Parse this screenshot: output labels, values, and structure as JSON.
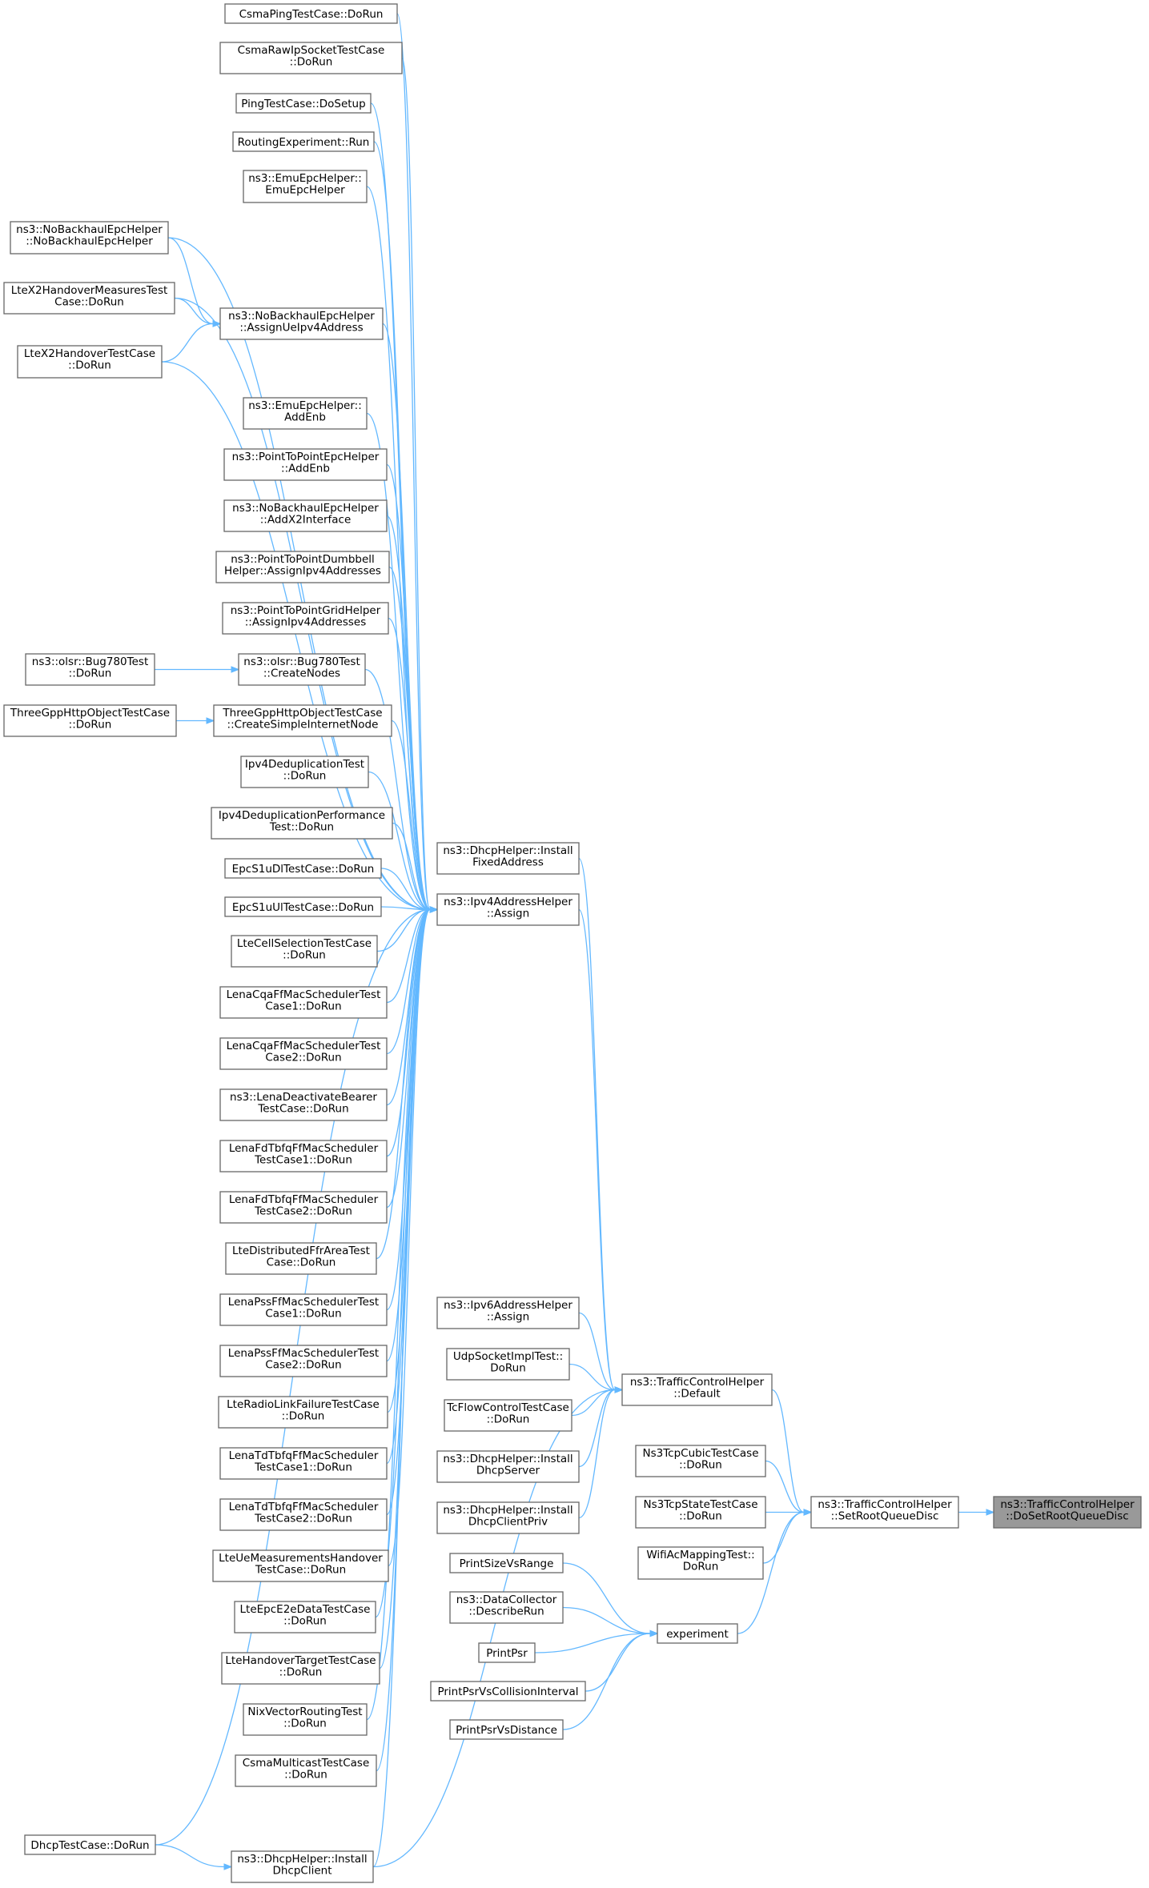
{
  "nodes": [
    {
      "id": "setroot_do",
      "lines": [
        "ns3::TrafficControlHelper",
        "::DoSetRootQueueDisc"
      ],
      "highlighted": true
    },
    {
      "id": "setroot",
      "lines": [
        "ns3::TrafficControlHelper",
        "::SetRootQueueDisc"
      ]
    },
    {
      "id": "tch_default",
      "lines": [
        "ns3::TrafficControlHelper",
        "::Default"
      ]
    },
    {
      "id": "ns3tcpcubic",
      "lines": [
        "Ns3TcpCubicTestCase",
        "::DoRun"
      ]
    },
    {
      "id": "ns3tcpstate",
      "lines": [
        "Ns3TcpStateTestCase",
        "::DoRun"
      ]
    },
    {
      "id": "wifiac",
      "lines": [
        "WifiAcMappingTest::",
        "DoRun"
      ]
    },
    {
      "id": "experiment",
      "lines": [
        "experiment"
      ]
    },
    {
      "id": "printsize",
      "lines": [
        "PrintSizeVsRange"
      ]
    },
    {
      "id": "datacollector",
      "lines": [
        "ns3::DataCollector",
        "::DescribeRun"
      ]
    },
    {
      "id": "printpsr",
      "lines": [
        "PrintPsr"
      ]
    },
    {
      "id": "printpsrcoll",
      "lines": [
        "PrintPsrVsCollisionInterval"
      ]
    },
    {
      "id": "printpsrdist",
      "lines": [
        "PrintPsrVsDistance"
      ]
    },
    {
      "id": "ipv6assign",
      "lines": [
        "ns3::Ipv6AddressHelper",
        "::Assign"
      ]
    },
    {
      "id": "udpsocket",
      "lines": [
        "UdpSocketImplTest::",
        "DoRun"
      ]
    },
    {
      "id": "tcflow",
      "lines": [
        "TcFlowControlTestCase",
        "::DoRun"
      ]
    },
    {
      "id": "dhcpserver",
      "lines": [
        "ns3::DhcpHelper::Install",
        "DhcpServer"
      ]
    },
    {
      "id": "dhcpclientpriv",
      "lines": [
        "ns3::DhcpHelper::Install",
        "DhcpClientPriv"
      ]
    },
    {
      "id": "ipv4assign",
      "lines": [
        "ns3::Ipv4AddressHelper",
        "::Assign"
      ]
    },
    {
      "id": "dhcpfixed",
      "lines": [
        "ns3::DhcpHelper::Install",
        "FixedAddress"
      ]
    },
    {
      "id": "csmaping",
      "lines": [
        "CsmaPingTestCase::DoRun"
      ]
    },
    {
      "id": "csmaraw",
      "lines": [
        "CsmaRawIpSocketTestCase",
        "::DoRun"
      ]
    },
    {
      "id": "pingsetup",
      "lines": [
        "PingTestCase::DoSetup"
      ]
    },
    {
      "id": "routingexp",
      "lines": [
        "RoutingExperiment::Run"
      ]
    },
    {
      "id": "emuepc_ctor",
      "lines": [
        "ns3::EmuEpcHelper::",
        "EmuEpcHelper"
      ]
    },
    {
      "id": "nobackhaul_ctor",
      "lines": [
        "ns3::NoBackhaulEpcHelper",
        "::NoBackhaulEpcHelper"
      ]
    },
    {
      "id": "ltex2meas",
      "lines": [
        "LteX2HandoverMeasuresTest",
        "Case::DoRun"
      ]
    },
    {
      "id": "nobackhaul_assign",
      "lines": [
        "ns3::NoBackhaulEpcHelper",
        "::AssignUeIpv4Address"
      ]
    },
    {
      "id": "ltex2handover",
      "lines": [
        "LteX2HandoverTestCase",
        "::DoRun"
      ]
    },
    {
      "id": "emuepc_addenb",
      "lines": [
        "ns3::EmuEpcHelper::",
        "AddEnb"
      ]
    },
    {
      "id": "p2pepc_addenb",
      "lines": [
        "ns3::PointToPointEpcHelper",
        "::AddEnb"
      ]
    },
    {
      "id": "nobackhaul_x2",
      "lines": [
        "ns3::NoBackhaulEpcHelper",
        "::AddX2Interface"
      ]
    },
    {
      "id": "p2pdumbbell",
      "lines": [
        "ns3::PointToPointDumbbell",
        "Helper::AssignIpv4Addresses"
      ]
    },
    {
      "id": "p2pgrid",
      "lines": [
        "ns3::PointToPointGridHelper",
        "::AssignIpv4Addresses"
      ]
    },
    {
      "id": "olsr_dorun",
      "lines": [
        "ns3::olsr::Bug780Test",
        "::DoRun"
      ]
    },
    {
      "id": "olsr_create",
      "lines": [
        "ns3::olsr::Bug780Test",
        "::CreateNodes"
      ]
    },
    {
      "id": "threegpp_dorun",
      "lines": [
        "ThreeGppHttpObjectTestCase",
        "::DoRun"
      ]
    },
    {
      "id": "threegpp_create",
      "lines": [
        "ThreeGppHttpObjectTestCase",
        "::CreateSimpleInternetNode"
      ]
    },
    {
      "id": "ipv4dedup",
      "lines": [
        "Ipv4DeduplicationTest",
        "::DoRun"
      ]
    },
    {
      "id": "ipv4dedupperf",
      "lines": [
        "Ipv4DeduplicationPerformance",
        "Test::DoRun"
      ]
    },
    {
      "id": "epcs1udl",
      "lines": [
        "EpcS1uDlTestCase::DoRun"
      ]
    },
    {
      "id": "epcs1uul",
      "lines": [
        "EpcS1uUlTestCase::DoRun"
      ]
    },
    {
      "id": "ltecellsel",
      "lines": [
        "LteCellSelectionTestCase",
        "::DoRun"
      ]
    },
    {
      "id": "lenacqa1",
      "lines": [
        "LenaCqaFfMacSchedulerTest",
        "Case1::DoRun"
      ]
    },
    {
      "id": "lenacqa2",
      "lines": [
        "LenaCqaFfMacSchedulerTest",
        "Case2::DoRun"
      ]
    },
    {
      "id": "lenadeact",
      "lines": [
        "ns3::LenaDeactivateBearer",
        "TestCase::DoRun"
      ]
    },
    {
      "id": "lenafd1",
      "lines": [
        "LenaFdTbfqFfMacScheduler",
        "TestCase1::DoRun"
      ]
    },
    {
      "id": "lenafd2",
      "lines": [
        "LenaFdTbfqFfMacScheduler",
        "TestCase2::DoRun"
      ]
    },
    {
      "id": "ltedistffr",
      "lines": [
        "LteDistributedFfrAreaTest",
        "Case::DoRun"
      ]
    },
    {
      "id": "lenapss1",
      "lines": [
        "LenaPssFfMacSchedulerTest",
        "Case1::DoRun"
      ]
    },
    {
      "id": "lenapss2",
      "lines": [
        "LenaPssFfMacSchedulerTest",
        "Case2::DoRun"
      ]
    },
    {
      "id": "lteradio",
      "lines": [
        "LteRadioLinkFailureTestCase",
        "::DoRun"
      ]
    },
    {
      "id": "lenatd1",
      "lines": [
        "LenaTdTbfqFfMacScheduler",
        "TestCase1::DoRun"
      ]
    },
    {
      "id": "lenatd2",
      "lines": [
        "LenaTdTbfqFfMacScheduler",
        "TestCase2::DoRun"
      ]
    },
    {
      "id": "lteuemeas",
      "lines": [
        "LteUeMeasurementsHandover",
        "TestCase::DoRun"
      ]
    },
    {
      "id": "lteepce2e",
      "lines": [
        "LteEpcE2eDataTestCase",
        "::DoRun"
      ]
    },
    {
      "id": "ltehotarget",
      "lines": [
        "LteHandoverTargetTestCase",
        "::DoRun"
      ]
    },
    {
      "id": "nixvector",
      "lines": [
        "NixVectorRoutingTest",
        "::DoRun"
      ]
    },
    {
      "id": "csmamulti",
      "lines": [
        "CsmaMulticastTestCase",
        "::DoRun"
      ]
    },
    {
      "id": "dhcptest",
      "lines": [
        "DhcpTestCase::DoRun"
      ]
    },
    {
      "id": "dhcpclient",
      "lines": [
        "ns3::DhcpHelper::Install",
        "DhcpClient"
      ]
    }
  ],
  "edges": [
    [
      "setroot",
      "setroot_do"
    ],
    [
      "tch_default",
      "setroot"
    ],
    [
      "ns3tcpcubic",
      "setroot"
    ],
    [
      "ns3tcpstate",
      "setroot"
    ],
    [
      "wifiac",
      "setroot"
    ],
    [
      "experiment",
      "setroot"
    ],
    [
      "printsize",
      "experiment"
    ],
    [
      "datacollector",
      "experiment"
    ],
    [
      "printpsr",
      "experiment"
    ],
    [
      "printpsrcoll",
      "experiment"
    ],
    [
      "printpsrdist",
      "experiment"
    ],
    [
      "ipv6assign",
      "tch_default"
    ],
    [
      "udpsocket",
      "tch_default"
    ],
    [
      "tcflow",
      "tch_default"
    ],
    [
      "dhcpserver",
      "tch_default"
    ],
    [
      "dhcpclientpriv",
      "tch_default"
    ],
    [
      "ipv4assign",
      "tch_default"
    ],
    [
      "dhcpfixed",
      "tch_default"
    ],
    [
      "csmaping",
      "ipv4assign"
    ],
    [
      "csmaraw",
      "ipv4assign"
    ],
    [
      "pingsetup",
      "ipv4assign"
    ],
    [
      "routingexp",
      "ipv4assign"
    ],
    [
      "emuepc_ctor",
      "ipv4assign"
    ],
    [
      "nobackhaul_ctor",
      "ipv4assign"
    ],
    [
      "nobackhaul_ctor",
      "nobackhaul_assign"
    ],
    [
      "ltex2meas",
      "ipv4assign"
    ],
    [
      "ltex2meas",
      "nobackhaul_assign"
    ],
    [
      "nobackhaul_assign",
      "ipv4assign"
    ],
    [
      "ltex2handover",
      "ipv4assign"
    ],
    [
      "ltex2handover",
      "nobackhaul_assign"
    ],
    [
      "emuepc_addenb",
      "ipv4assign"
    ],
    [
      "p2pepc_addenb",
      "ipv4assign"
    ],
    [
      "nobackhaul_x2",
      "ipv4assign"
    ],
    [
      "p2pdumbbell",
      "ipv4assign"
    ],
    [
      "p2pgrid",
      "ipv4assign"
    ],
    [
      "olsr_dorun",
      "olsr_create"
    ],
    [
      "olsr_create",
      "ipv4assign"
    ],
    [
      "threegpp_dorun",
      "threegpp_create"
    ],
    [
      "threegpp_create",
      "ipv4assign"
    ],
    [
      "ipv4dedup",
      "ipv4assign"
    ],
    [
      "ipv4dedupperf",
      "ipv4assign"
    ],
    [
      "epcs1udl",
      "ipv4assign"
    ],
    [
      "epcs1uul",
      "ipv4assign"
    ],
    [
      "ltecellsel",
      "ipv4assign"
    ],
    [
      "lenacqa1",
      "ipv4assign"
    ],
    [
      "lenacqa2",
      "ipv4assign"
    ],
    [
      "lenadeact",
      "ipv4assign"
    ],
    [
      "lenafd1",
      "ipv4assign"
    ],
    [
      "lenafd2",
      "ipv4assign"
    ],
    [
      "ltedistffr",
      "ipv4assign"
    ],
    [
      "lenapss1",
      "ipv4assign"
    ],
    [
      "lenapss2",
      "ipv4assign"
    ],
    [
      "lteradio",
      "ipv4assign"
    ],
    [
      "lenatd1",
      "ipv4assign"
    ],
    [
      "lenatd2",
      "ipv4assign"
    ],
    [
      "lteuemeas",
      "ipv4assign"
    ],
    [
      "lteepce2e",
      "ipv4assign"
    ],
    [
      "ltehotarget",
      "ipv4assign"
    ],
    [
      "nixvector",
      "ipv4assign"
    ],
    [
      "csmamulti",
      "ipv4assign"
    ],
    [
      "dhcptest",
      "ipv4assign"
    ],
    [
      "dhcptest",
      "dhcpclient"
    ],
    [
      "dhcpclient",
      "ipv4assign"
    ],
    [
      "dhcpclient",
      "tch_default"
    ]
  ],
  "colors": {
    "edge": "#63b8ff",
    "node_border": "#666666",
    "node_fill": "#ffffff",
    "highlight_fill": "#999999"
  }
}
